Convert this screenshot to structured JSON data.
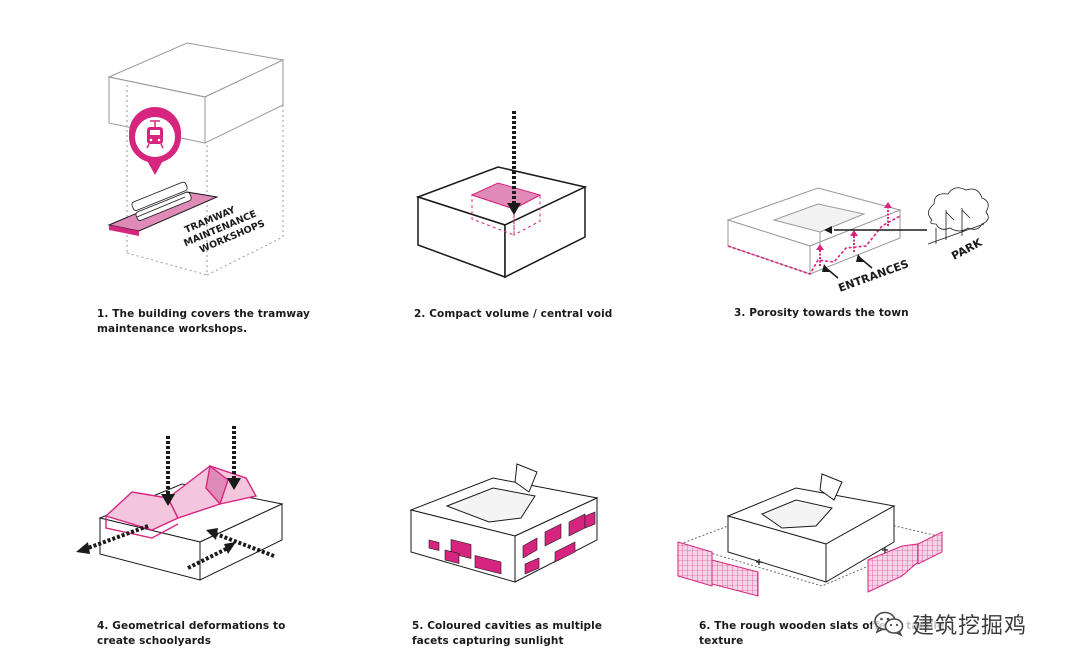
{
  "colors": {
    "accent": "#d6257e",
    "accent_fill": "#e08ab8",
    "accent_light": "#f3c6dd",
    "line": "#1a1a1a",
    "ghost_line": "#9a9a9a"
  },
  "panels": [
    {
      "caption_line1": "1. The building covers the tramway",
      "caption_line2": "maintenance workshops.",
      "labels": [
        "TRAMWAY",
        "MAINTENANCE",
        "WORKSHOPS"
      ],
      "icon": "tram-pin-icon"
    },
    {
      "caption_line1": "2. Compact volume / central void",
      "caption_line2": ""
    },
    {
      "caption_line1": "3. Porosity towards the town",
      "caption_line2": "",
      "labels": [
        "ENTRANCES",
        "PARK"
      ],
      "icon": "tree-icon"
    },
    {
      "caption_line1": "4. Geometrical deformations to",
      "caption_line2": "create schoolyards"
    },
    {
      "caption_line1": "5. Coloured cavities as multiple",
      "caption_line2": "facets capturing sunlight"
    },
    {
      "caption_line1": "6. The rough wooden slats offer a tactile",
      "caption_line2": "texture"
    }
  ],
  "watermark": {
    "text": "建筑挖掘鸡",
    "icon": "wechat-icon"
  }
}
